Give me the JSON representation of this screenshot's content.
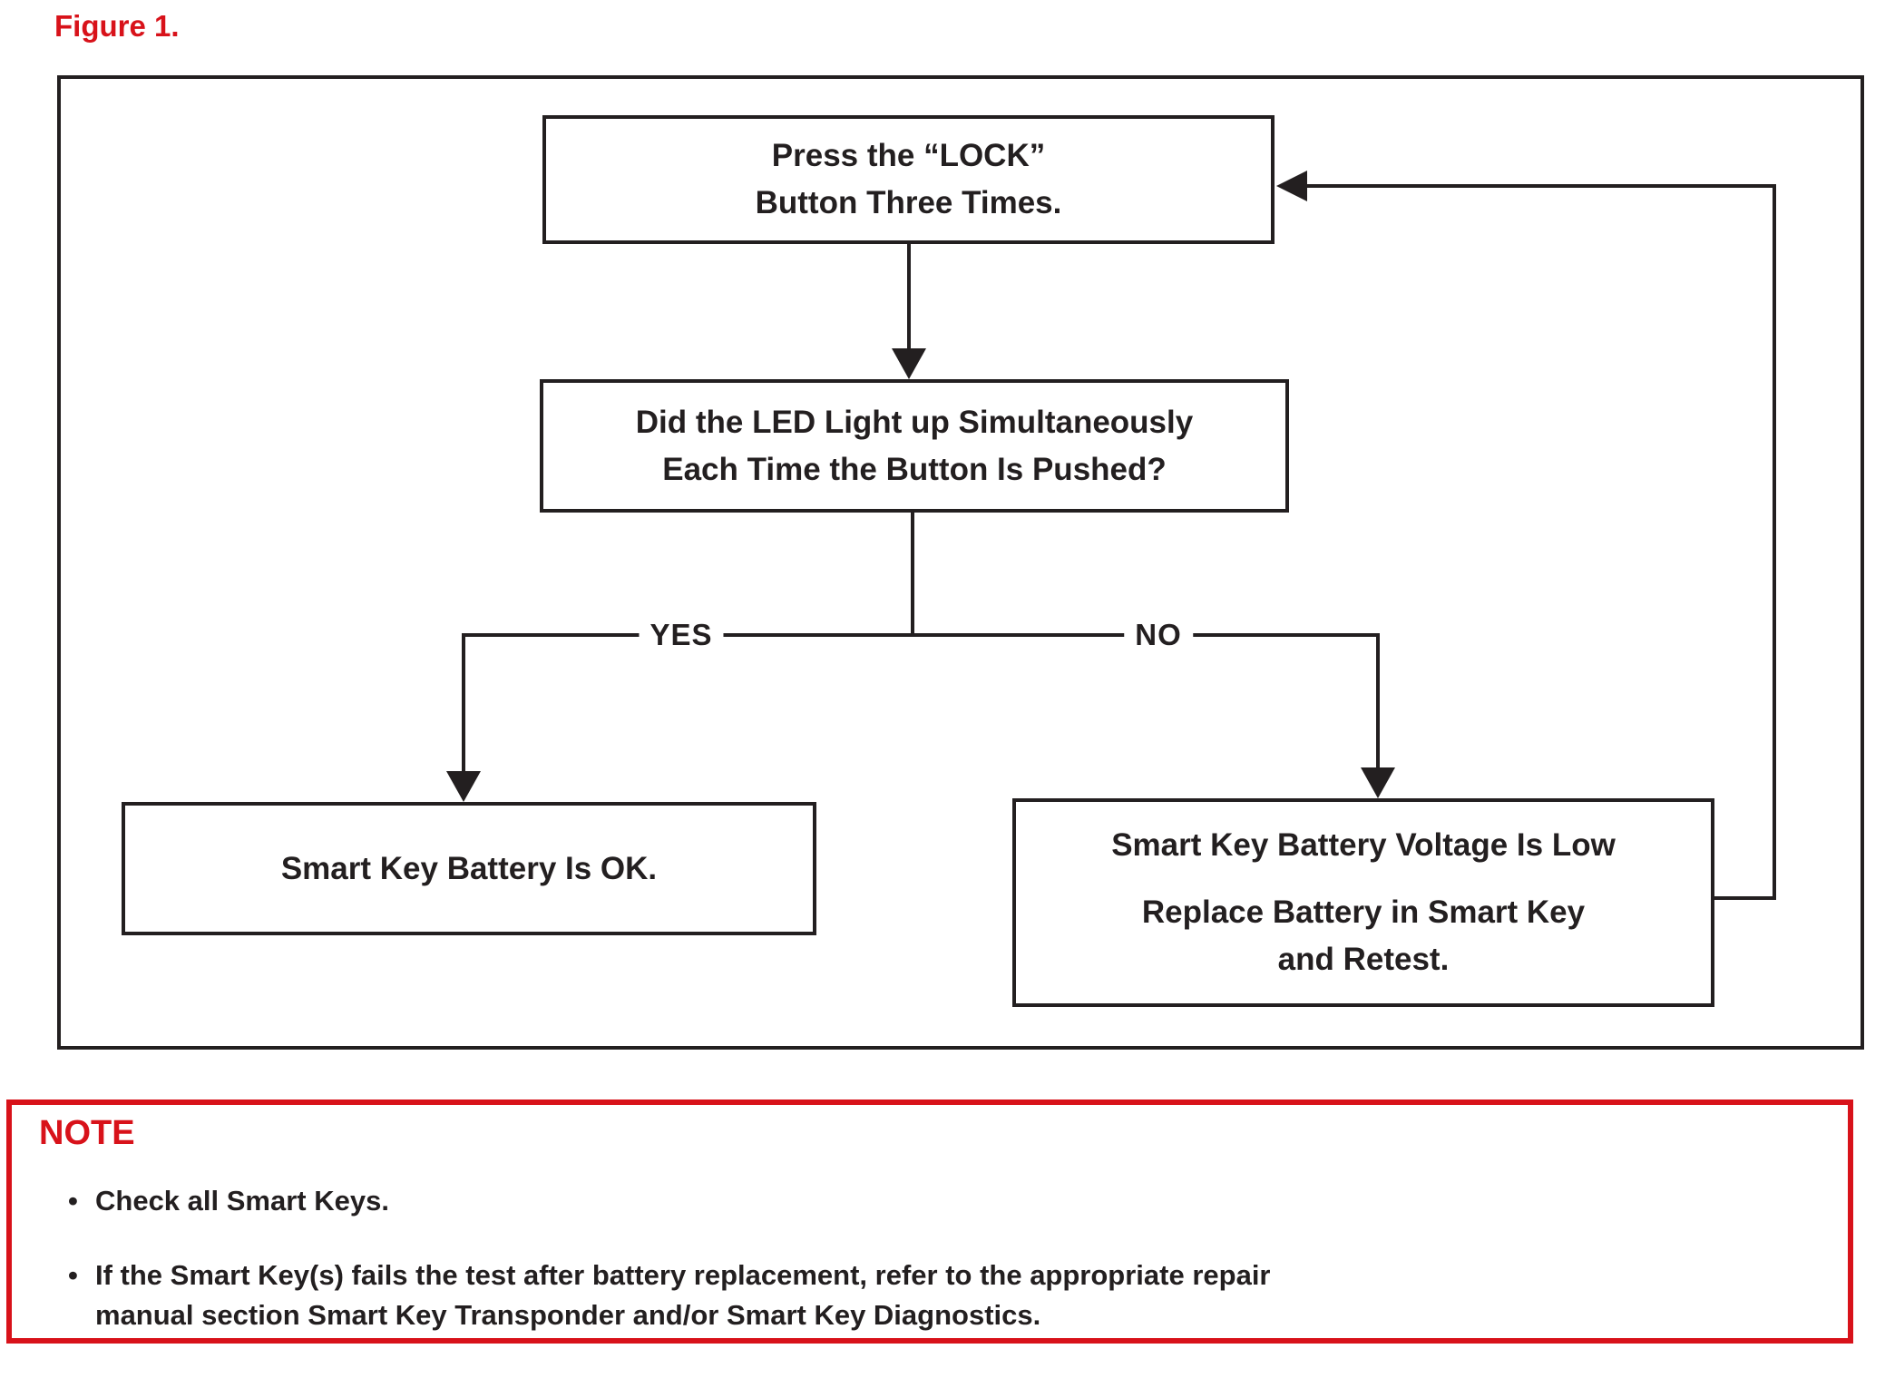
{
  "figure_label": "Figure 1.",
  "colors": {
    "red": "#d8121a",
    "ink": "#231f20"
  },
  "flowchart": {
    "press_lock_box": {
      "line1": "Press the “LOCK”",
      "line2": "Button Three Times."
    },
    "decision_box": {
      "line1": "Did the LED Light up Simultaneously",
      "line2": "Each Time the Button Is Pushed?"
    },
    "yes_label": "YES",
    "no_label": "NO",
    "ok_box": {
      "line1": "Smart Key Battery Is OK."
    },
    "low_box": {
      "line1": "Smart Key Battery Voltage Is Low",
      "line2": "Replace Battery in Smart Key",
      "line3": "and Retest."
    }
  },
  "note": {
    "title": "NOTE",
    "bullet1": {
      "line1": "Check all Smart Keys."
    },
    "bullet2": {
      "line1": "If the Smart Key(s) fails the test after battery replacement, refer to the appropriate repair",
      "line2": "manual section Smart Key Transponder and/or Smart Key Diagnostics."
    }
  }
}
